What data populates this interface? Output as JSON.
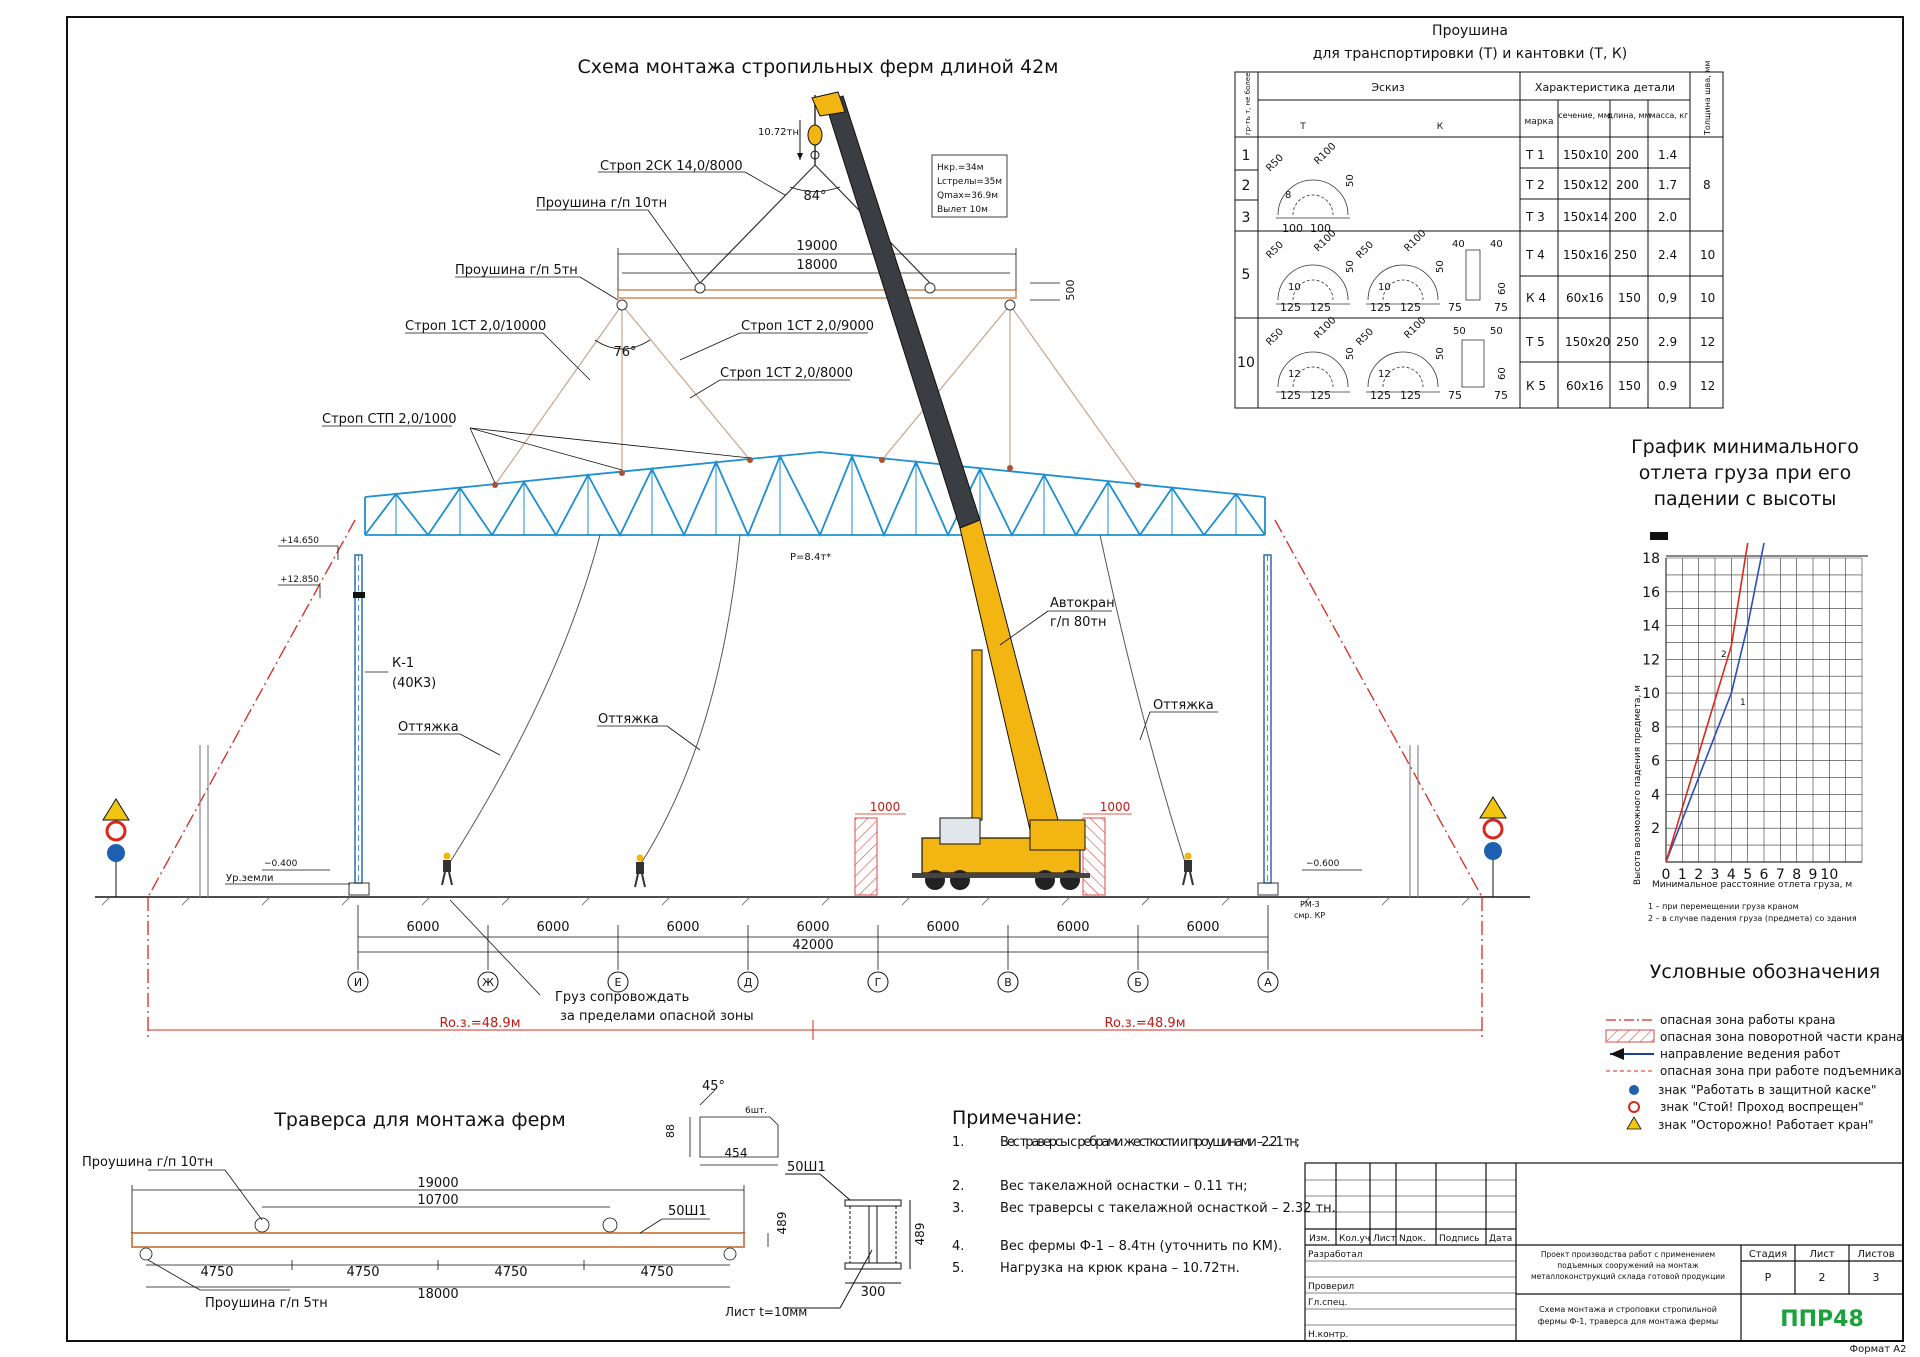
{
  "colors": {
    "truss": "#1e8fd0",
    "crane_yellow": "#f2b511",
    "crane_boom_dark": "#3a3d42",
    "danger_red": "#d8281e",
    "sling": "#c8a58a",
    "column": "#2a6fb0",
    "hatch": "#d84a4a",
    "logo_green": "#1aa33a"
  },
  "main_title": "Схема монтажа стропильных ферм длиной 42м",
  "crane": {
    "hook_load": "10.72тн",
    "angle_top": "84°",
    "params": [
      "Нкр.=34м",
      "Lстрелы=35м",
      "Qmax=36.9м",
      "Вылет 10м"
    ],
    "label": [
      "Автокран",
      "г/п 80тн"
    ]
  },
  "dims": {
    "d19000": "19000",
    "d18000": "18000",
    "d500": "500",
    "d1000": "1000",
    "d42000": "42000",
    "span": "6000",
    "roz": "Ro.з.=48.9м",
    "angle76": "76°",
    "p_load": "P=8.4т*"
  },
  "callouts": {
    "sling2sk": "Строп 2СК 14,0/8000",
    "eye10": "Проушина г/п 10тн",
    "eye5": "Проушина г/п 5тн",
    "sling10000": "Строп 1СТ 2,0/10000",
    "sling9000": "Строп 1СТ 2,0/9000",
    "sling8000": "Строп 1СТ 2,0/8000",
    "slingstp": "Строп СТП 2,0/1000",
    "column": "К-1",
    "column2": "(40К3)",
    "guy": "Оттяжка",
    "cargo1": "Груз сопровождать",
    "cargo2": "за пределами опасной зоны"
  },
  "elevations": {
    "e14650": "+14.650",
    "e12850": "+12.850",
    "em0400": "−0.400",
    "em0600": "−0.600",
    "ground": "Ур.земли",
    "rm": "РМ-3",
    "rm2": "смр. КР"
  },
  "axes": [
    "И",
    "Ж",
    "Е",
    "Д",
    "Г",
    "В",
    "Б",
    "А"
  ],
  "eye_table": {
    "title": [
      "Проушина",
      "для транспортировки (Т) и кантовки (Т, К)"
    ],
    "h_load": "гр-ть т, не более",
    "h_sketch": "Эскиз",
    "h_sketch_t": "Т",
    "h_sketch_k": "К",
    "h_char": "Характеристика детали",
    "h_mark": "марка",
    "h_sec": "сечение, мм",
    "h_len": "длина, мм",
    "h_mass": "масса, кг",
    "h_thick": "Толщина шва, мм",
    "sk": {
      "r50": "R50",
      "r100": "R100",
      "d8": "8",
      "d10": "10",
      "d12": "12",
      "d50": "50",
      "d40": "40",
      "d60": "60",
      "d75": "75",
      "d100": "100",
      "d125": "125"
    },
    "loads": [
      "1",
      "2",
      "3",
      "5",
      "10"
    ],
    "rows": [
      {
        "mark": "Т 1",
        "sec": "150х10",
        "len": "200",
        "mass": "1.4",
        "thick": ""
      },
      {
        "mark": "Т 2",
        "sec": "150х12",
        "len": "200",
        "mass": "1.7",
        "thick": "8"
      },
      {
        "mark": "Т 3",
        "sec": "150х14",
        "len": "200",
        "mass": "2.0",
        "thick": ""
      },
      {
        "mark": "Т 4",
        "sec": "150х16",
        "len": "250",
        "mass": "2.4",
        "thick": "10"
      },
      {
        "mark": "К 4",
        "sec": "60х16",
        "len": "150",
        "mass": "0,9",
        "thick": "10"
      },
      {
        "mark": "Т 5",
        "sec": "150х20",
        "len": "250",
        "mass": "2.9",
        "thick": "12"
      },
      {
        "mark": "К 5",
        "sec": "60х16",
        "len": "150",
        "mass": "0.9",
        "thick": "12"
      }
    ]
  },
  "graph": {
    "title": [
      "График минимального",
      "отлета груза при его",
      "падении с высоты"
    ],
    "ylabel": "Высота возможного падения предмета, м",
    "xlabel": "Минимальное расстояние отлета груза, м",
    "yticks": [
      "2",
      "4",
      "6",
      "8",
      "10",
      "12",
      "14",
      "16",
      "18"
    ],
    "xticks": [
      "0",
      "1",
      "2",
      "3",
      "4",
      "5",
      "6",
      "7",
      "8",
      "9",
      "10"
    ],
    "l1": "1",
    "l2": "2",
    "notes": [
      "1 – при перемещении груза краном",
      "2 – в случае падения груза (предмета) со здания"
    ]
  },
  "chart_data": {
    "type": "line",
    "title": "График минимального отлета груза при его падении с высоты",
    "xlabel": "Минимальное расстояние отлета груза, м",
    "ylabel": "Высота возможного падения предмета, м",
    "xlim": [
      0,
      12
    ],
    "ylim": [
      0,
      18
    ],
    "series": [
      {
        "name": "1",
        "x": [
          0,
          1,
          2,
          3,
          4,
          5,
          6
        ],
        "y": [
          0,
          2.5,
          5,
          7.5,
          10,
          14,
          19
        ]
      },
      {
        "name": "2",
        "x": [
          0,
          1,
          2,
          3,
          4,
          5
        ],
        "y": [
          0,
          3.2,
          6.4,
          9.6,
          12.8,
          19
        ]
      }
    ]
  },
  "legend": {
    "title": "Условные обозначения",
    "items": [
      "опасная зона работы крана",
      "опасная зона поворотной части крана",
      "направление ведения работ",
      "опасная зона при работе подъемника",
      "знак \"Работать в защитной каске\"",
      "знак \"Стой! Проход воспрещен\"",
      "знак \"Осторожно! Работает кран\""
    ]
  },
  "traverse": {
    "title": "Траверса для монтажа ферм",
    "eye10": "Проушина г/п 10тн",
    "eye5": "Проушина г/п 5тн",
    "beam": "50Ш1",
    "d19000": "19000",
    "d10700": "10700",
    "d18000": "18000",
    "d4750": "4750",
    "d489": "489",
    "d300": "300",
    "sheet": "Лист t=10мм",
    "angle": "45°",
    "d6sht": "6шт.",
    "d88": "88",
    "d454": "454"
  },
  "notes": {
    "title": "Примечание:",
    "items": [
      "Вес траверсы с ребрами жесткости и проушинами –2.21 тн;",
      "Вес такелажной оснастки – 0.11 тн;",
      "Вес траверсы с такелажной оснасткой – 2.32 тн.",
      "Вес фермы Ф-1 – 8.4тн (уточнить по КМ).",
      "Нагрузка на крюк крана – 10.72тн."
    ]
  },
  "stamp": {
    "cols": [
      "Изм.",
      "Кол.уч",
      "Лист",
      "Nдок.",
      "Подпись",
      "Дата"
    ],
    "roles": [
      "Разработал",
      "Проверил",
      "Гл.спец.",
      "Н.контр."
    ],
    "project": [
      "Проект производства работ с применением",
      "подъемных сооружений на монтаж",
      "металлоконструкций склада готовой продукции"
    ],
    "sheet_title": [
      "Схема монтажа и строповки стропильной",
      "фермы Ф-1, траверса для монтажа фермы"
    ],
    "stage_h": "Стадия",
    "sheet_h": "Лист",
    "sheets_h": "Листов",
    "stage": "Р",
    "sheet": "2",
    "sheets": "3",
    "logo": "ППР48",
    "format": "Формат А2"
  }
}
